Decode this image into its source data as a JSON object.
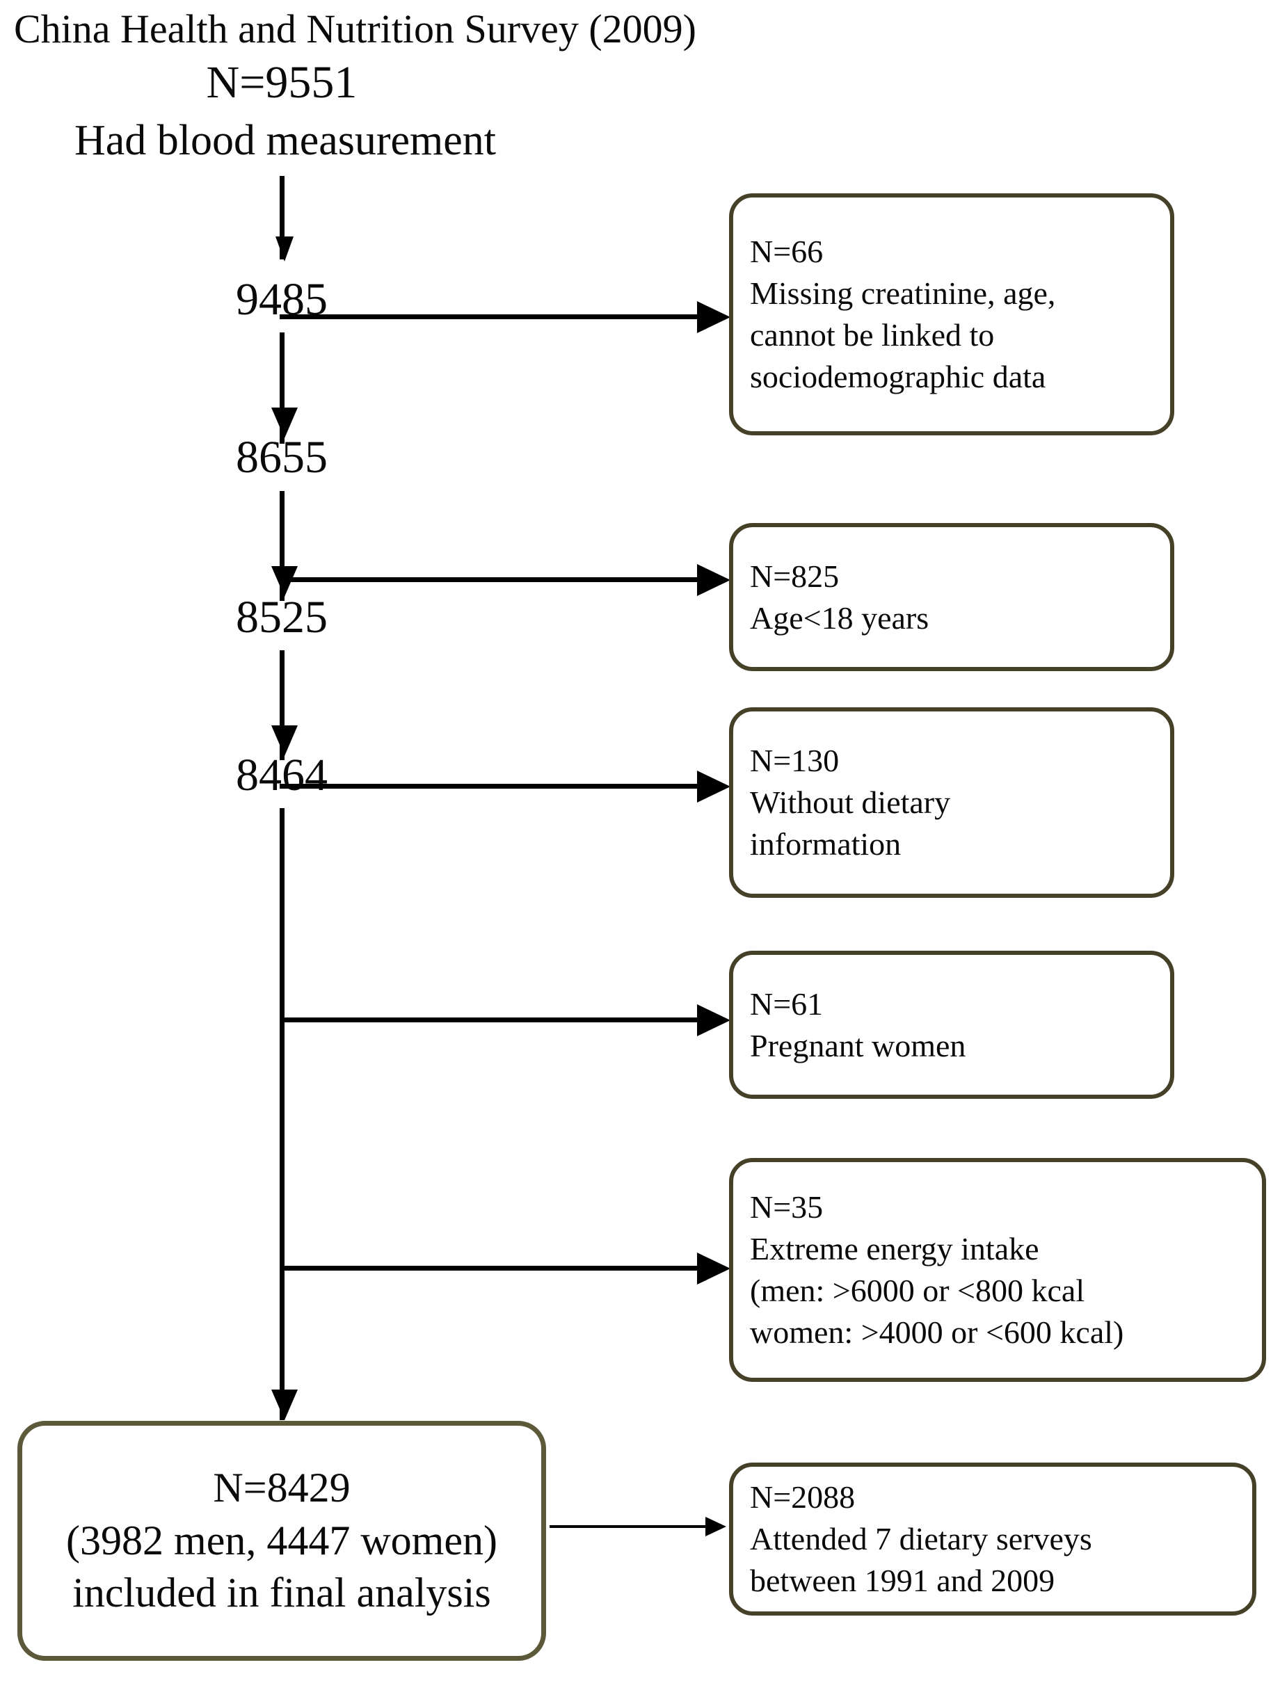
{
  "title": "China Health and Nutrition Survey (2009)",
  "colors": {
    "box_border": "#454028",
    "final_box_border": "#5b593a",
    "connector": "#000000",
    "text": "#0a0a0a",
    "background": "#ffffff"
  },
  "flow": {
    "start_count": "N=9551",
    "start_criterion": "Had blood measurement",
    "counts": [
      "9485",
      "8655",
      "8525",
      "8464"
    ],
    "final": {
      "count": "N=8429",
      "breakdown": "(3982 men, 4447 women)",
      "status": "included in final analysis"
    }
  },
  "exclusions": [
    {
      "n": "N=66",
      "reason_lines": [
        "Missing creatinine, age,",
        "cannot be linked to",
        "sociodemographic data"
      ]
    },
    {
      "n": "N=825",
      "reason_lines": [
        "Age<18 years"
      ]
    },
    {
      "n": "N=130",
      "reason_lines": [
        "Without dietary",
        "information"
      ]
    },
    {
      "n": "N=61",
      "reason_lines": [
        "Pregnant women"
      ]
    },
    {
      "n": "N=35",
      "reason_lines": [
        "Extreme energy intake",
        "(men: >6000 or <800 kcal",
        "women: >4000 or <600 kcal)"
      ]
    }
  ],
  "followup": {
    "n": "N=2088",
    "reason_lines": [
      "Attended 7 dietary serveys",
      "between 1991 and 2009"
    ]
  },
  "chart_data": {
    "type": "flowchart",
    "title": "China Health and Nutrition Survey (2009)",
    "nodes": [
      {
        "id": "start",
        "label": "N=9551 / Had blood measurement",
        "value": 9551
      },
      {
        "id": "s1",
        "label": "9485",
        "value": 9485
      },
      {
        "id": "s2",
        "label": "8655",
        "value": 8655
      },
      {
        "id": "s3",
        "label": "8525",
        "value": 8525
      },
      {
        "id": "s4",
        "label": "8464",
        "value": 8464
      },
      {
        "id": "final",
        "label": "N=8429 (3982 men, 4447 women) included in final analysis",
        "value": 8429
      }
    ],
    "exclusion_values": [
      66,
      825,
      130,
      61,
      35
    ],
    "side_note_value": 2088
  }
}
